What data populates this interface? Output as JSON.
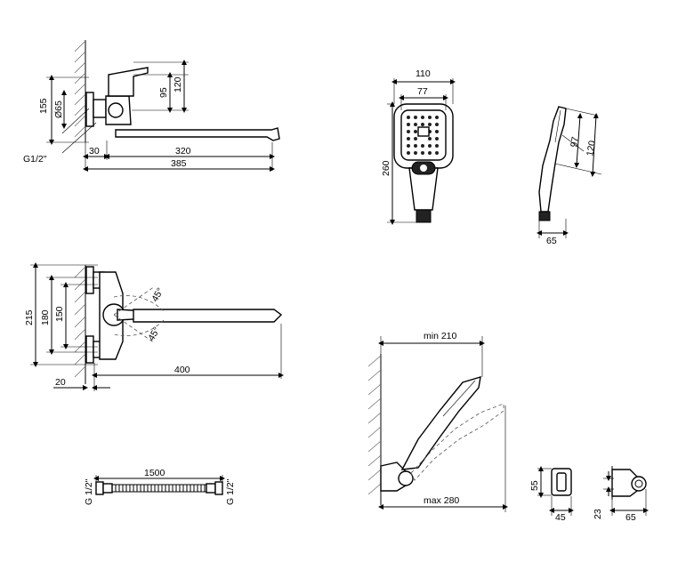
{
  "labels": {
    "tap_side": {
      "d155": "155",
      "dphi65": "Ø65",
      "d95": "95",
      "d120": "120",
      "thread": "G1/2\"",
      "d30": "30",
      "d320": "320",
      "d385": "385"
    },
    "tap_top": {
      "d215": "215",
      "d180": "180",
      "d150": "150",
      "angle_up": "45°",
      "angle_down": "45°",
      "d400": "400",
      "d20": "20"
    },
    "hose": {
      "length": "1500",
      "thread_left": "G 1/2\"",
      "thread_right": "G 1/2\""
    },
    "shower_front": {
      "width_outer": "110",
      "width_inner": "77",
      "height": "260"
    },
    "shower_side": {
      "d97": "97",
      "d120": "120",
      "d65": "65"
    },
    "holder_install": {
      "min": "min 210",
      "max": "max 280"
    },
    "holder_front": {
      "height": "55",
      "width": "45"
    },
    "holder_side": {
      "height": "23",
      "width": "65"
    }
  }
}
